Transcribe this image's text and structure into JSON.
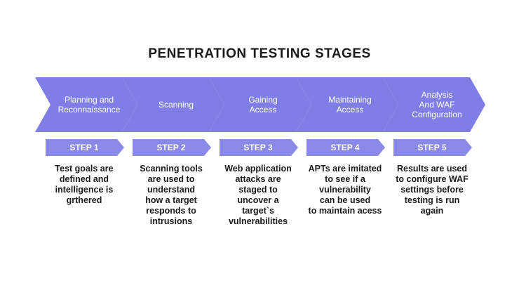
{
  "title": "PENETRATION TESTING STAGES",
  "colors": {
    "chevron": "#7f7ee6",
    "step_tag": "#8a89e8",
    "text_dark": "#1a1a1a"
  },
  "stages": [
    {
      "label_lines": [
        "Planning and",
        "Reconnaissance"
      ],
      "step": "STEP 1",
      "description_lines": [
        "Test goals are",
        "defined and",
        "intelligence is",
        "grthered"
      ]
    },
    {
      "label_lines": [
        "Scanning"
      ],
      "step": "STEP 2",
      "description_lines": [
        "Scanning tools",
        "are used to",
        "understand",
        "how a target",
        "responds to",
        "intrusions"
      ]
    },
    {
      "label_lines": [
        "Gaining",
        "Access"
      ],
      "step": "STEP 3",
      "description_lines": [
        "Web application",
        "attacks are",
        "staged to",
        "uncover a",
        "target`s",
        "vulnerabilities"
      ]
    },
    {
      "label_lines": [
        "Maintaining",
        "Access"
      ],
      "step": "STEP 4",
      "description_lines": [
        "APTs are imitated",
        "to see if a",
        "vulnerability",
        "can be used",
        "to maintain acess"
      ]
    },
    {
      "label_lines": [
        "Analysis",
        "And WAF",
        "Configuration"
      ],
      "step": "STEP  5",
      "description_lines": [
        "Results are used",
        "to configure WAF",
        "settings before",
        "testing is run",
        "again"
      ]
    }
  ]
}
